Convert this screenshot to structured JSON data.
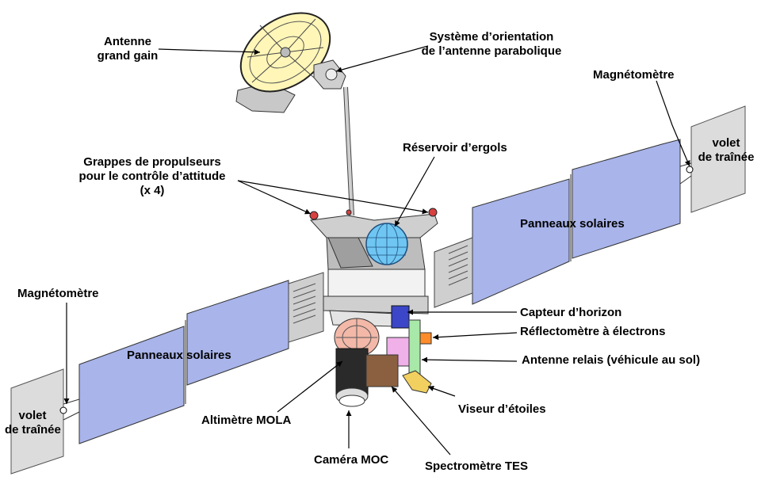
{
  "labels": {
    "antenne_grand_gain_1": "Antenne",
    "antenne_grand_gain_2": "grand gain",
    "systeme_orientation_1": "Système d’orientation",
    "systeme_orientation_2": "de l’antenne parabolique",
    "magnetometre_right": "Magnétomètre",
    "volet_right_1": "volet",
    "volet_right_2": "de traînée",
    "grappes_1": "Grappes de propulseurs",
    "grappes_2": "pour le contrôle d’attitude",
    "grappes_3": "(x 4)",
    "reservoir": "Réservoir d’ergols",
    "panneaux_right": "Panneaux solaires",
    "panneaux_left": "Panneaux solaires",
    "magnetometre_left": "Magnétomètre",
    "volet_left_1": "volet",
    "volet_left_2": "de traînée",
    "capteur": "Capteur d’horizon",
    "reflectometre": "Réflectomètre à électrons",
    "antenne_relais": "Antenne  relais (véhicule au sol)",
    "viseur": "Viseur d’étoiles",
    "altimetre": "Altimètre MOLA",
    "spectrometre": "Spectromètre TES",
    "camera": "Caméra MOC"
  },
  "colors": {
    "solar_panel": "#a8b4ea",
    "drag_flap": "#dcdcdc",
    "dish": "#fff6b8",
    "tank": "#6fc6f2",
    "body": "#d6d6d6",
    "mola": "#f3b8a8",
    "camera": "#2a2a2a",
    "horizon_sensor": "#3b46c8",
    "reflectometer": "#ff8c2a",
    "relay_antenna": "#a8e8a8",
    "star_tracker": "#f2d060",
    "tes": "#8b6040",
    "pink_block": "#f0b0e8"
  }
}
